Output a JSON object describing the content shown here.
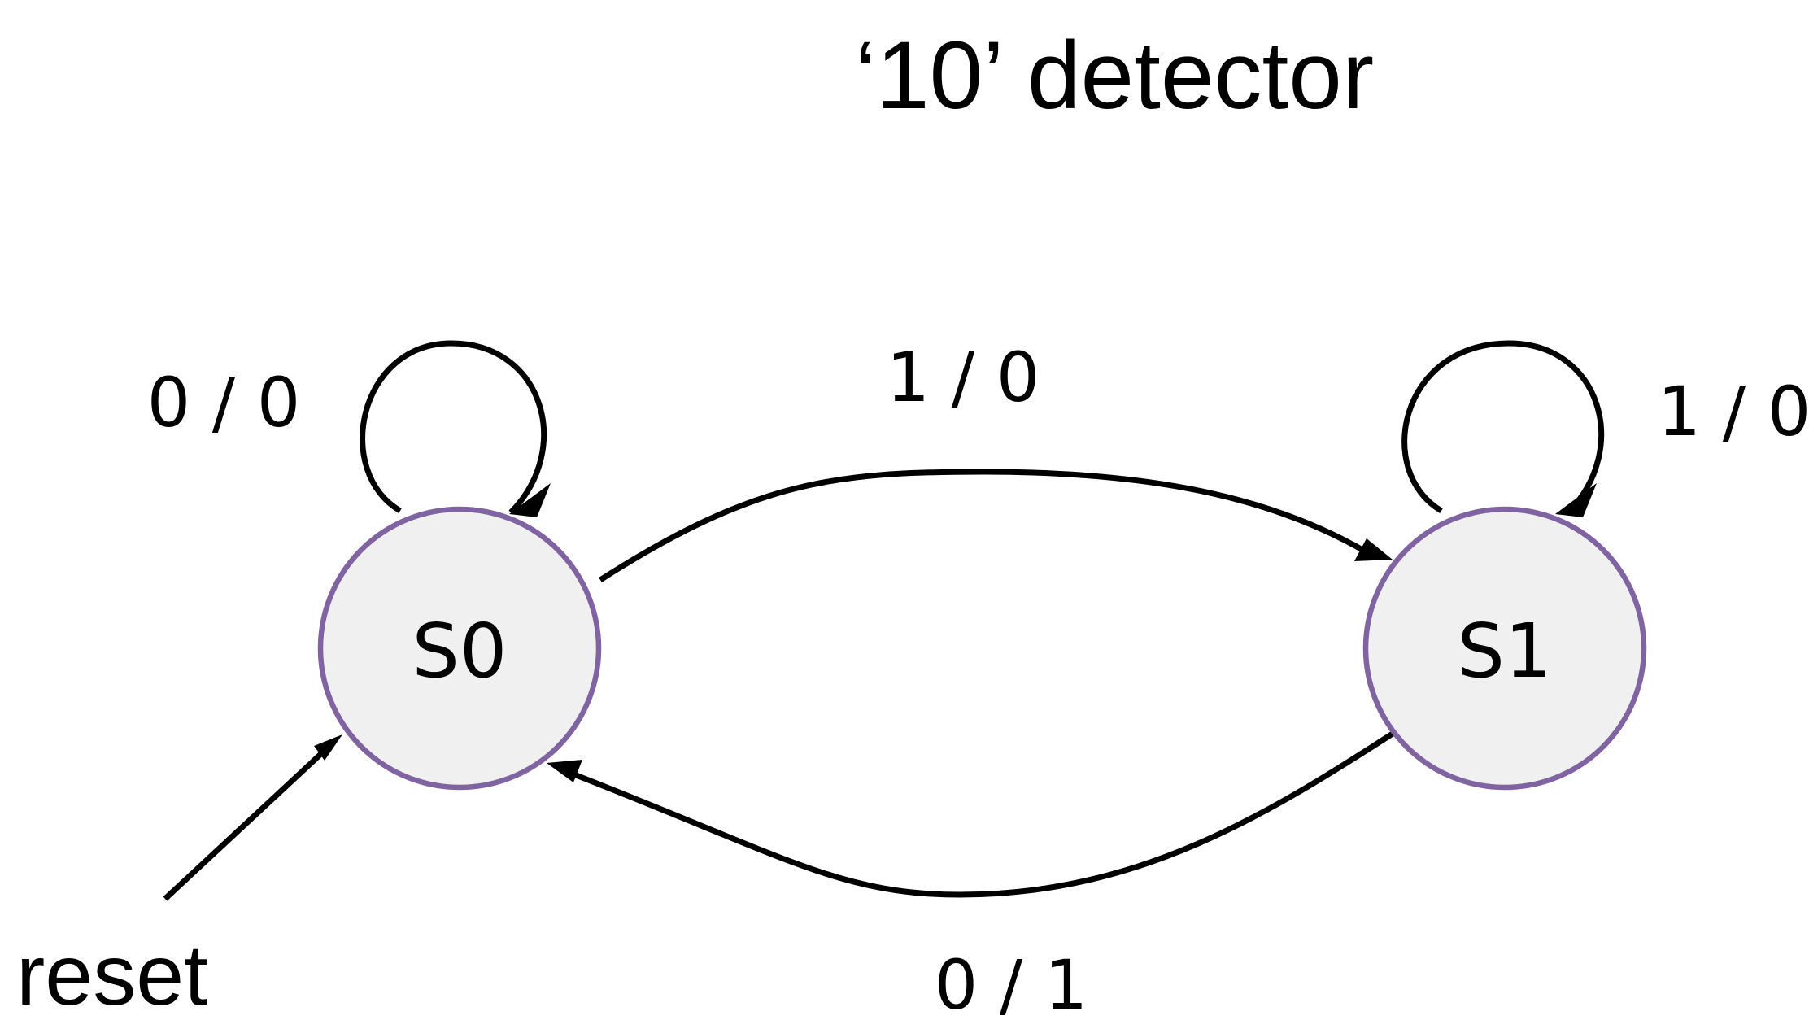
{
  "title": "‘10’ detector",
  "colors": {
    "state_fill": "#f0f0f0",
    "state_stroke": "#8064a2",
    "edge": "#000000",
    "text": "#000000",
    "background": "#ffffff"
  },
  "states": [
    {
      "id": "S0",
      "label": "S0"
    },
    {
      "id": "S1",
      "label": "S1"
    }
  ],
  "transitions": [
    {
      "from": "S0",
      "to": "S0",
      "label": "0 / 0"
    },
    {
      "from": "S0",
      "to": "S1",
      "label": "1 / 0"
    },
    {
      "from": "S1",
      "to": "S1",
      "label": "1 / 0"
    },
    {
      "from": "S1",
      "to": "S0",
      "label": "0 / 1"
    }
  ],
  "initial": {
    "label": "reset",
    "to": "S0"
  }
}
